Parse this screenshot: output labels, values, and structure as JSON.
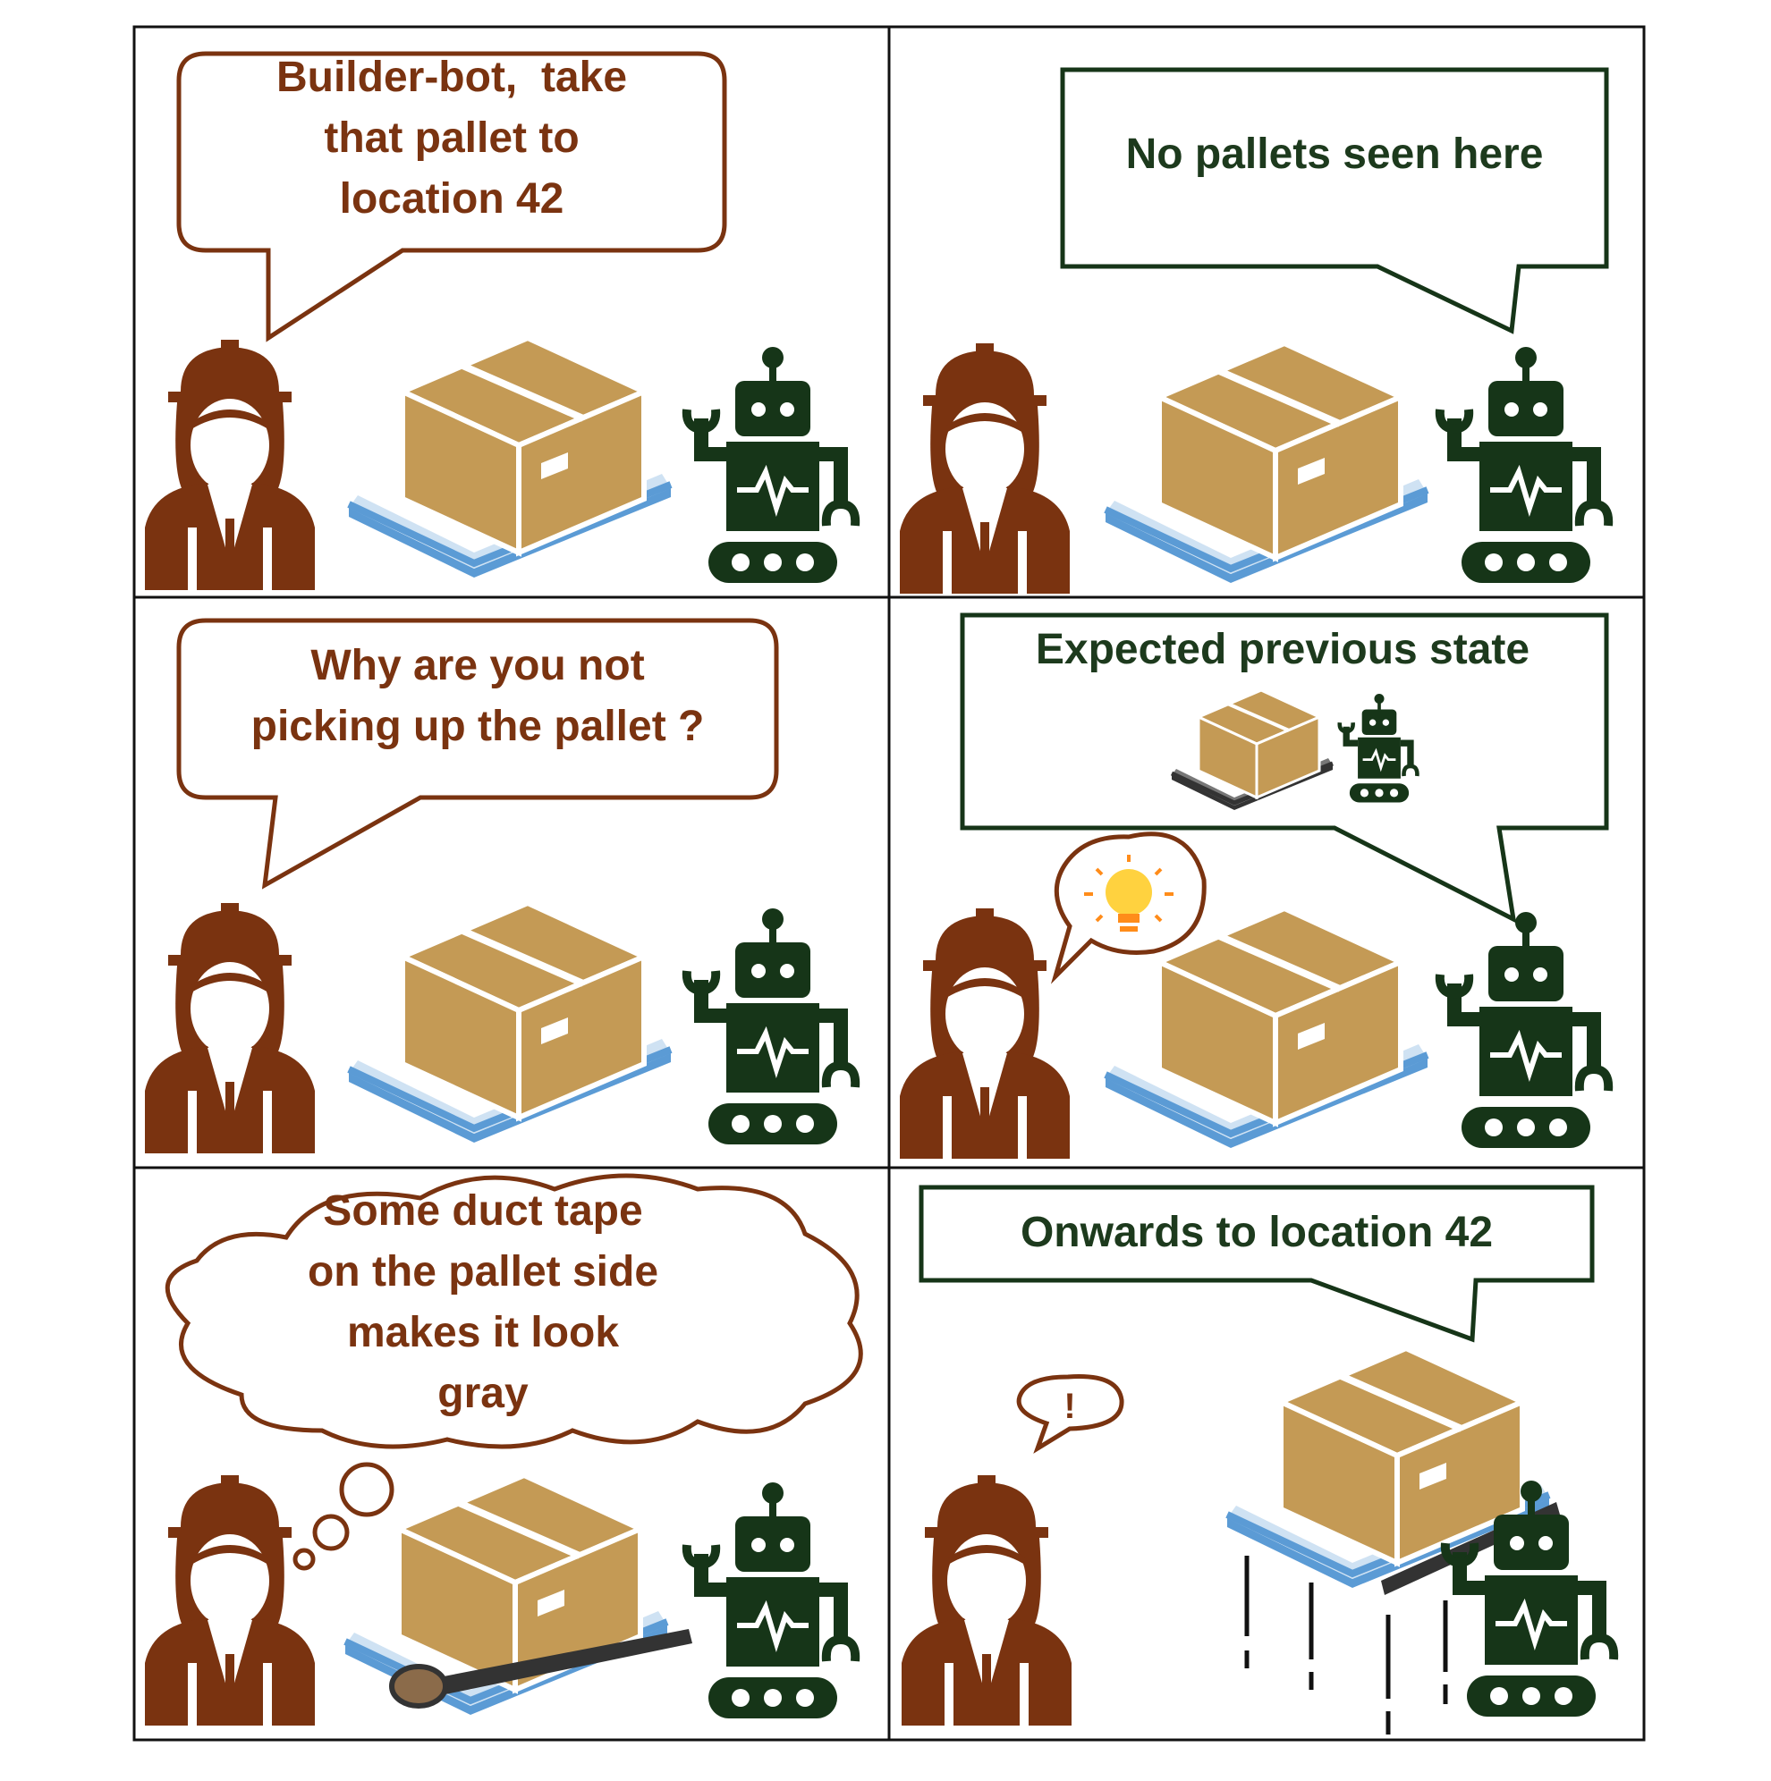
{
  "colors": {
    "worker": "#7a3310",
    "robot": "#163518",
    "box": "#c49a55",
    "pallet": "#5b9bd5",
    "tape": "#333333",
    "bulb": "#ffd23f"
  },
  "panels": [
    {
      "speaker": "worker",
      "text": "Builder-bot,  take that pallet to location 42"
    },
    {
      "speaker": "robot",
      "text": "No pallets seen here"
    },
    {
      "speaker": "worker",
      "text": "Why are you not picking up the pallet ?"
    },
    {
      "speaker": "robot",
      "text": "Expected previous state",
      "idea_icon": "lightbulb-icon"
    },
    {
      "speaker": "worker-thought",
      "text": "Some duct tape on the pallet side makes it look gray"
    },
    {
      "speaker": "robot",
      "text": "Onwards to location 42",
      "exclaim": "!"
    }
  ]
}
